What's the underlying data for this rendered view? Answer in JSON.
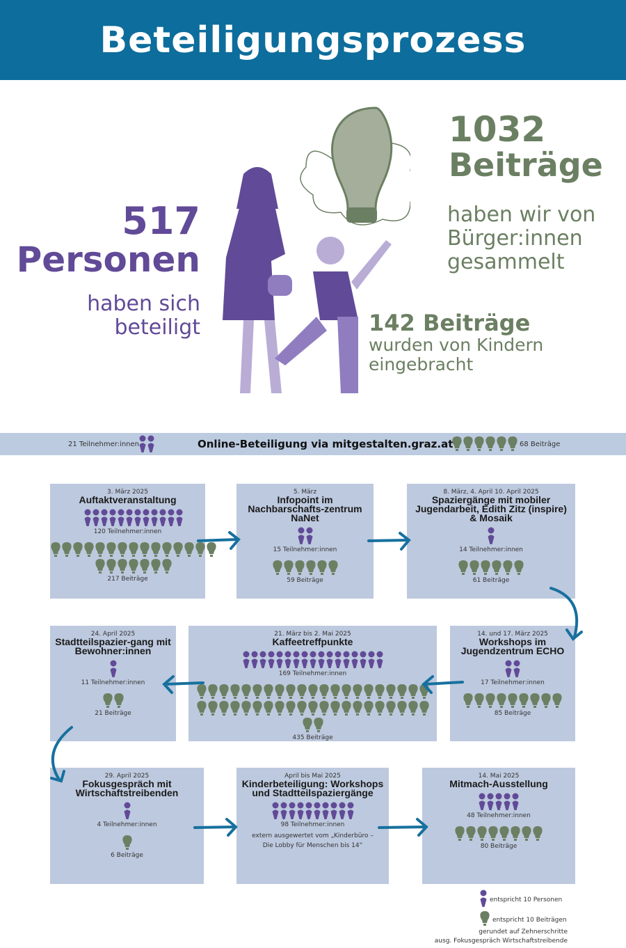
{
  "header": {
    "title": "Beteiligungsprozess"
  },
  "summary": {
    "persons_number": "517",
    "persons_word": "Personen",
    "persons_text_1": "haben sich",
    "persons_text_2": "beteiligt",
    "contrib_number": "1032",
    "contrib_word": "Beiträge",
    "contrib_text_1": "haben wir von",
    "contrib_text_2": "Bürger:innen",
    "contrib_text_3": "gesammelt",
    "kids_title": "142 Beiträge",
    "kids_text_1": "wurden von Kindern",
    "kids_text_2": "eingebracht"
  },
  "online": {
    "participants": "21 Teilnehmer:innen",
    "title": "Online-Beteiligung via mitgestalten.graz.at",
    "contributions": "68 Beiträge",
    "person_icons": 2,
    "bulb_icons": 6
  },
  "colors": {
    "header": "#0d6d9c",
    "purple": "#614a97",
    "green": "#6b7f62",
    "box": "#bdc9de",
    "arrow": "#17709e"
  },
  "events": [
    {
      "date": "3. März 2025",
      "title": "Auftaktveranstaltung",
      "participants": "120 Teilnehmer:innen",
      "contributions": "217 Beiträge",
      "person_icons": 12,
      "bulb_icons": 22
    },
    {
      "date": "5. März",
      "title": "Infopoint im Nachbarschafts-zentrum NaNet",
      "participants": "15 Teilnehmer:innen",
      "contributions": "59 Beiträge",
      "person_icons": 2,
      "bulb_icons": 6
    },
    {
      "date": "8. März, 4. April 10. April 2025",
      "title": "Spaziergänge mit mobiler Jugendarbeit, Edith Zitz (inspire) & Mosaik",
      "participants": "14 Teilnehmer:innen",
      "contributions": "61 Beiträge",
      "person_icons": 1,
      "bulb_icons": 6
    },
    {
      "date": "24. April 2025",
      "title": "Stadtteilspazier-gang mit Bewohner:innen",
      "participants": "11 Teilnehmer:innen",
      "contributions": "21 Beiträge",
      "person_icons": 1,
      "bulb_icons": 2
    },
    {
      "date": "21. März bis 2. Mai 2025",
      "title": "Kaffeetreffpunkte",
      "participants": "169 Teilnehmer:innen",
      "contributions": "435 Beiträge",
      "person_icons": 17,
      "bulb_icons": 44
    },
    {
      "date": "14. und 17. März 2025",
      "title": "Workshops im Jugendzentrum ECHO",
      "participants": "17 Teilnehmer:innen",
      "contributions": "85 Beiträge",
      "person_icons": 2,
      "bulb_icons": 9
    },
    {
      "date": "29. April 2025",
      "title": "Fokusgespräch mit Wirtschaftstreibenden",
      "participants": "4 Teilnehmer:innen",
      "contributions": "6 Beiträge",
      "person_icons": 1,
      "bulb_icons": 1
    },
    {
      "date": "April bis Mai 2025",
      "title": "Kinderbeteiligung: Workshops und Stadtteilspaziergänge",
      "participants": "98 Teilnehmer:innen",
      "note": "extern ausgewertet vom „Kinderbüro – Die Lobby für Menschen bis 14“",
      "person_icons": 10,
      "bulb_icons": 0
    },
    {
      "date": "14. Mai 2025",
      "title": "Mitmach-Ausstellung",
      "participants": "48 Teilnehmer:innen",
      "contributions": "80 Beiträge",
      "person_icons": 5,
      "bulb_icons": 8
    }
  ],
  "legend": {
    "person": "entspricht 10 Personen",
    "bulb": "entspricht 10 Beiträgen",
    "note_1": "gerundet auf Zehnerschritte",
    "note_2": "ausg. Fokusgespräch Wirtschaftstreibende"
  }
}
